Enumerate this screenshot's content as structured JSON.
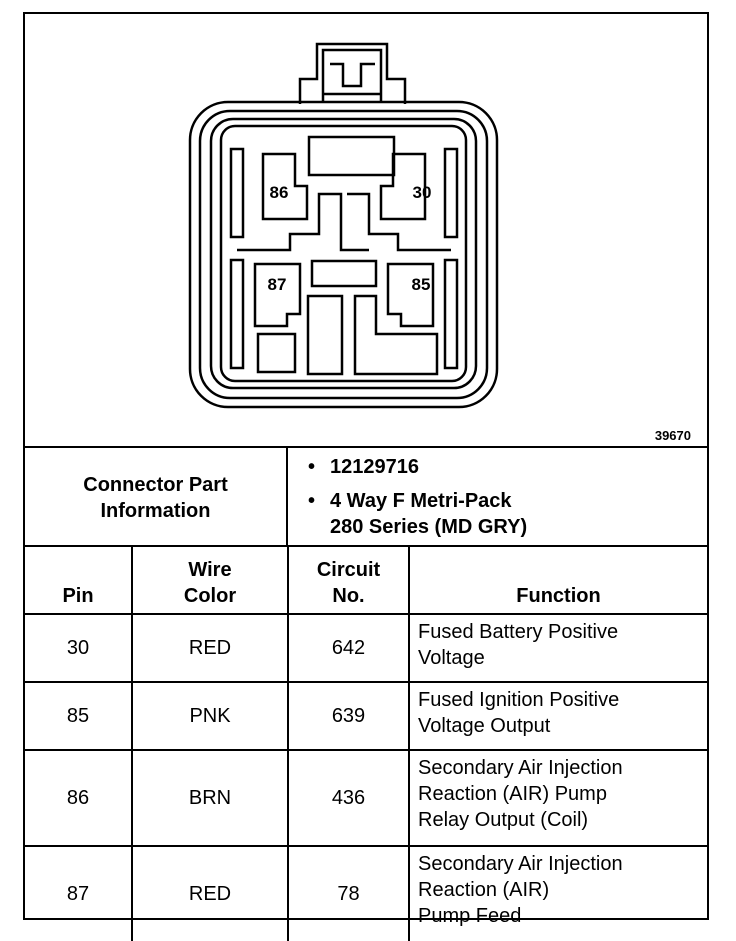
{
  "figure_number": "39670",
  "pin_labels": {
    "p86": "86",
    "p30": "30",
    "p87": "87",
    "p85": "85"
  },
  "connector_info": {
    "label_line1": "Connector Part",
    "label_line2": "Information",
    "items": [
      {
        "line1": "12129716",
        "line2": ""
      },
      {
        "line1": "4 Way F Metri-Pack",
        "line2": "280 Series (MD GRY)"
      }
    ]
  },
  "table": {
    "headers": {
      "pin": "Pin",
      "wire_color_line1": "Wire",
      "wire_color_line2": "Color",
      "circuit_line1": "Circuit",
      "circuit_line2": "No.",
      "function": "Function"
    },
    "rows": [
      {
        "pin": "30",
        "color": "RED",
        "circuit": "642",
        "function_lines": [
          "Fused Battery Positive",
          "Voltage",
          ""
        ]
      },
      {
        "pin": "85",
        "color": "PNK",
        "circuit": "639",
        "function_lines": [
          "Fused Ignition Positive",
          "Voltage Output",
          ""
        ]
      },
      {
        "pin": "86",
        "color": "BRN",
        "circuit": "436",
        "function_lines": [
          "Secondary Air Injection",
          "Reaction (AIR) Pump",
          "Relay Output (Coil)"
        ]
      },
      {
        "pin": "87",
        "color": "RED",
        "circuit": "78",
        "function_lines": [
          "Secondary Air Injection",
          "Reaction (AIR)",
          "Pump Feed"
        ]
      }
    ]
  }
}
